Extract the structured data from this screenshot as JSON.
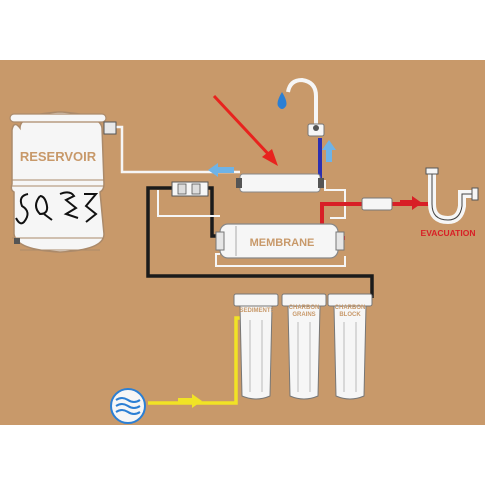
{
  "colors": {
    "background": "#c8996a",
    "water_black": "#1b1b1b",
    "water_yellow": "#f1e325",
    "water_red": "#d81f26",
    "water_blue": "#2c2fb0",
    "water_white": "#f6f6f6",
    "arrow_light_blue": "#6fb3e6",
    "pointer_red": "#e8231e",
    "label_brown": "#c8996a",
    "label_red": "#d81f26"
  },
  "labels": {
    "reservoir": "RESERVOIR",
    "membrane": "MEMBRANE",
    "evacuation": "EVACUATION",
    "sediments": "SEDIMENTS",
    "charbon_grains_1": "CHARBON",
    "charbon_grains_2": "GRAINS",
    "charbon_block_1": "CHARBON",
    "charbon_block_2": "BLOCK"
  },
  "icons": [
    "water-drop-icon",
    "water-source-icon",
    "drain-trap-icon",
    "faucet-icon",
    "flow-arrow-icon",
    "red-pointer-arrow-icon"
  ]
}
